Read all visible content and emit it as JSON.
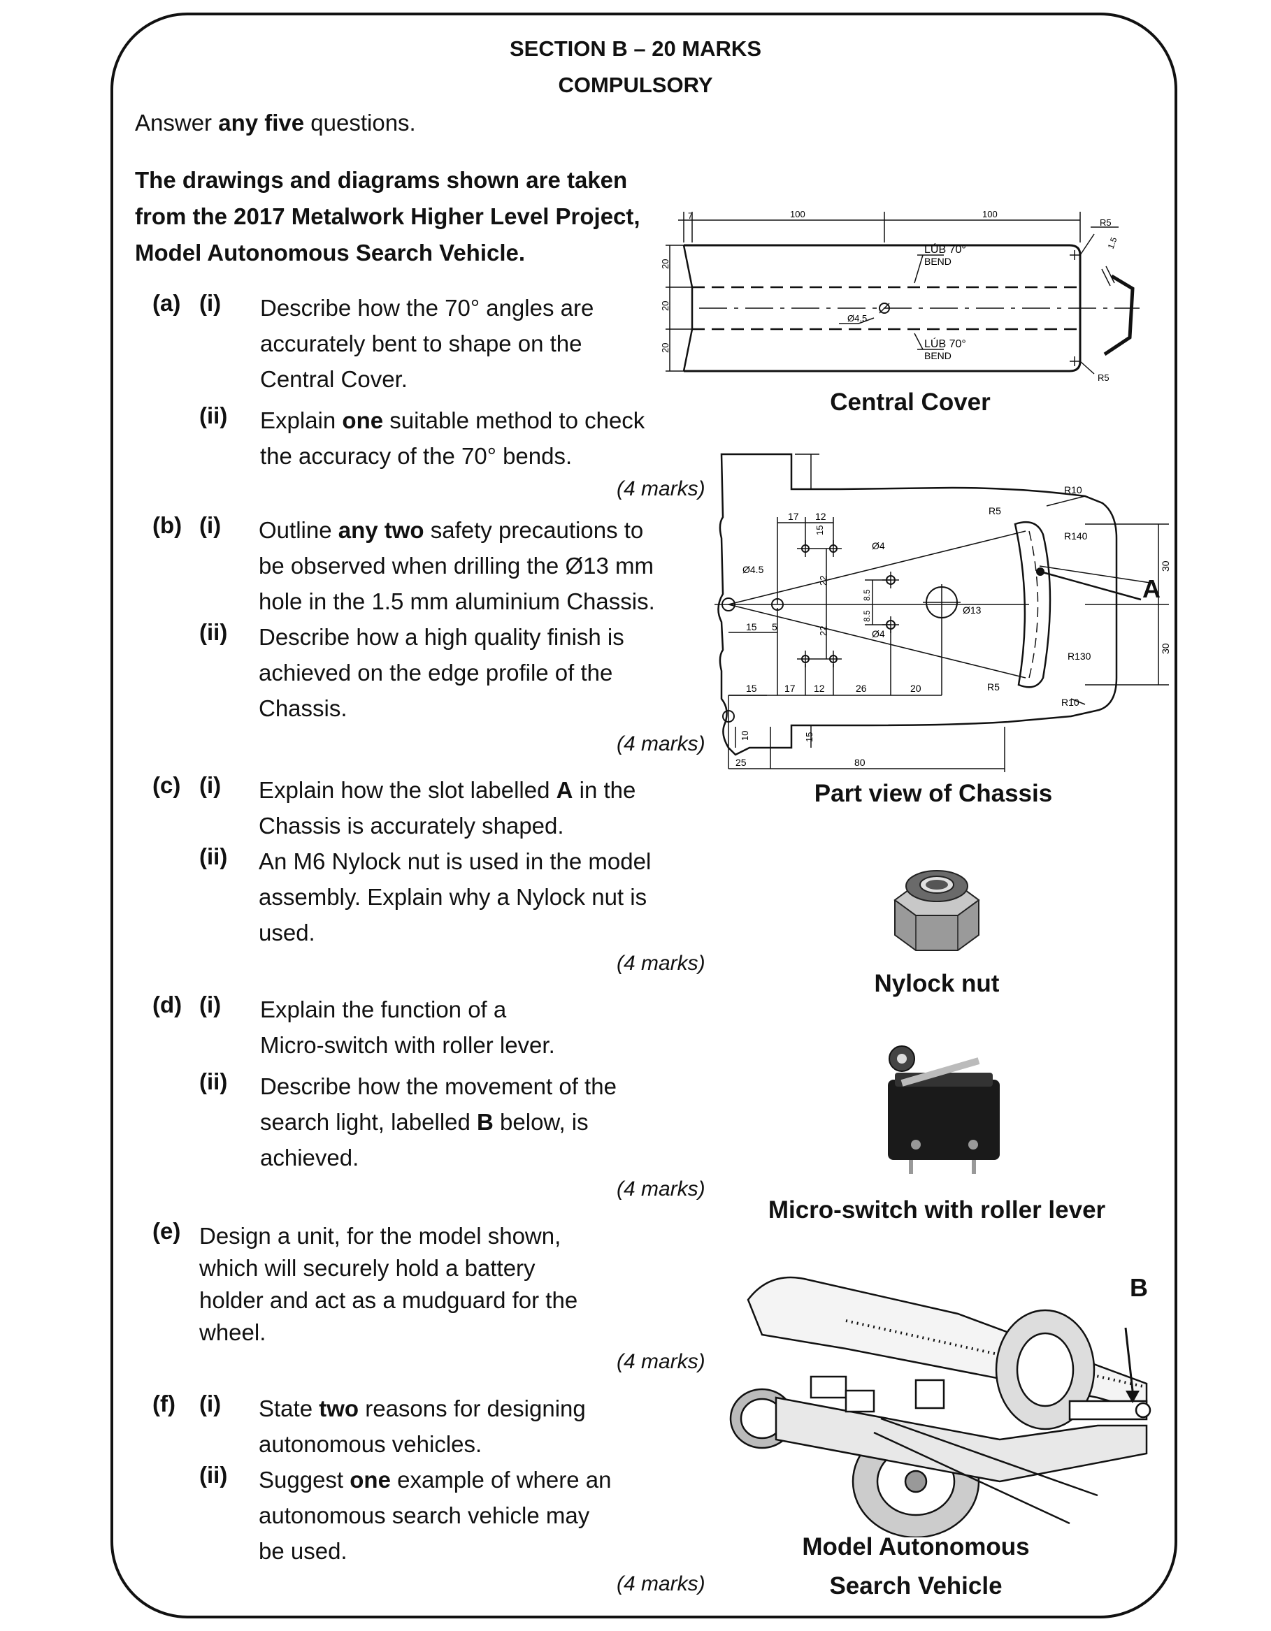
{
  "section": {
    "title": "SECTION B – 20 MARKS",
    "subtitle": "COMPULSORY"
  },
  "instruction": {
    "pre": "Answer ",
    "bold": "any five",
    "post": " questions."
  },
  "intro": [
    "The drawings and diagrams shown are taken",
    "from the 2017 Metalwork Higher Level Project,",
    "Model Autonomous Search Vehicle."
  ],
  "questions": {
    "a": {
      "label": "(a)",
      "i_label": "(i)",
      "i_lines": [
        "Describe how the 70° angles are",
        "accurately bent to shape on the",
        "Central Cover."
      ],
      "ii_label": "(ii)",
      "ii_l1_pre": "Explain ",
      "ii_l1_bold": "one",
      "ii_l1_post": " suitable method to check",
      "ii_l2": "the accuracy of the 70° bends.",
      "marks": "(4 marks)"
    },
    "b": {
      "label": "(b)",
      "i_label": "(i)",
      "i_l1_pre": "Outline ",
      "i_l1_bold": "any two",
      "i_l1_post": " safety precautions to",
      "i_l2": "be observed when drilling the Ø13 mm",
      "i_l3": "hole in the 1.5 mm aluminium Chassis.",
      "ii_label": "(ii)",
      "ii_lines": [
        "Describe how a high quality finish is",
        "achieved on the edge profile of the",
        "Chassis."
      ],
      "marks": "(4 marks)"
    },
    "c": {
      "label": "(c)",
      "i_label": "(i)",
      "i_l1_pre": "Explain how the slot labelled ",
      "i_l1_bold": "A",
      "i_l1_post": " in the",
      "i_l2": "Chassis is accurately shaped.",
      "ii_label": "(ii)",
      "ii_lines": [
        "An M6 Nylock nut is used in the model",
        "assembly. Explain why a Nylock nut is",
        "used."
      ],
      "marks": "(4 marks)"
    },
    "d": {
      "label": "(d)",
      "i_label": "(i)",
      "i_lines": [
        "Explain the function of a",
        "Micro-switch with roller lever."
      ],
      "ii_label": "(ii)",
      "ii_l1": "Describe how the movement of the",
      "ii_l2_pre": "search light, labelled ",
      "ii_l2_bold": "B",
      "ii_l2_post": " below, is",
      "ii_l3": "achieved.",
      "marks": "(4 marks)"
    },
    "e": {
      "label": "(e)",
      "lines": [
        "Design a unit, for the model shown,",
        "which will securely hold a battery",
        "holder and act as a mudguard for the",
        "wheel."
      ],
      "marks": "(4 marks)"
    },
    "f": {
      "label": "(f)",
      "i_label": "(i)",
      "i_l1_pre": "State ",
      "i_l1_bold": "two",
      "i_l1_post": " reasons for designing",
      "i_l2": "autonomous vehicles.",
      "ii_label": "(ii)",
      "ii_l1_pre": "Suggest ",
      "ii_l1_bold": "one",
      "ii_l1_post": " example of where an",
      "ii_l2": "autonomous search vehicle may",
      "ii_l3": "be used.",
      "marks": "(4 marks)"
    }
  },
  "figures": {
    "central_cover": {
      "caption": "Central Cover",
      "dims": {
        "d7": "7",
        "d100a": "100",
        "d100b": "100",
        "r5a": "R5",
        "r5b": "R5",
        "t15": "1.5",
        "h20a": "20",
        "h20b": "20",
        "h20c": "20",
        "hole": "Ø4.5"
      },
      "bend_irish": "LÚB 70°",
      "bend": "BEND"
    },
    "chassis": {
      "caption": "Part view of Chassis",
      "label_a": "A",
      "dims": {
        "d15top": "15",
        "d17": "17",
        "d12": "12",
        "r5t": "R5",
        "r10t": "R10",
        "r140": "R140",
        "d30a": "30",
        "d4a": "Ø4",
        "d45": "Ø4.5",
        "d22a": "22",
        "d85a": "8.5",
        "d85b": "8.5",
        "d13": "Ø13",
        "d30b": "30",
        "d15": "15",
        "d5": "5",
        "d22b": "22",
        "d4b": "Ø4",
        "r130": "R130",
        "b15": "15",
        "b17": "17",
        "b12": "12",
        "b26": "26",
        "b20": "20",
        "r5b": "R5",
        "r10b": "R10",
        "d10": "10",
        "d15b": "15",
        "d25": "25",
        "d80": "80"
      }
    },
    "nylock": {
      "caption": "Nylock nut"
    },
    "microswitch": {
      "caption": "Micro-switch with roller lever"
    },
    "vehicle": {
      "caption_l1": "Model Autonomous",
      "caption_l2": "Search Vehicle",
      "label_b": "B"
    }
  }
}
